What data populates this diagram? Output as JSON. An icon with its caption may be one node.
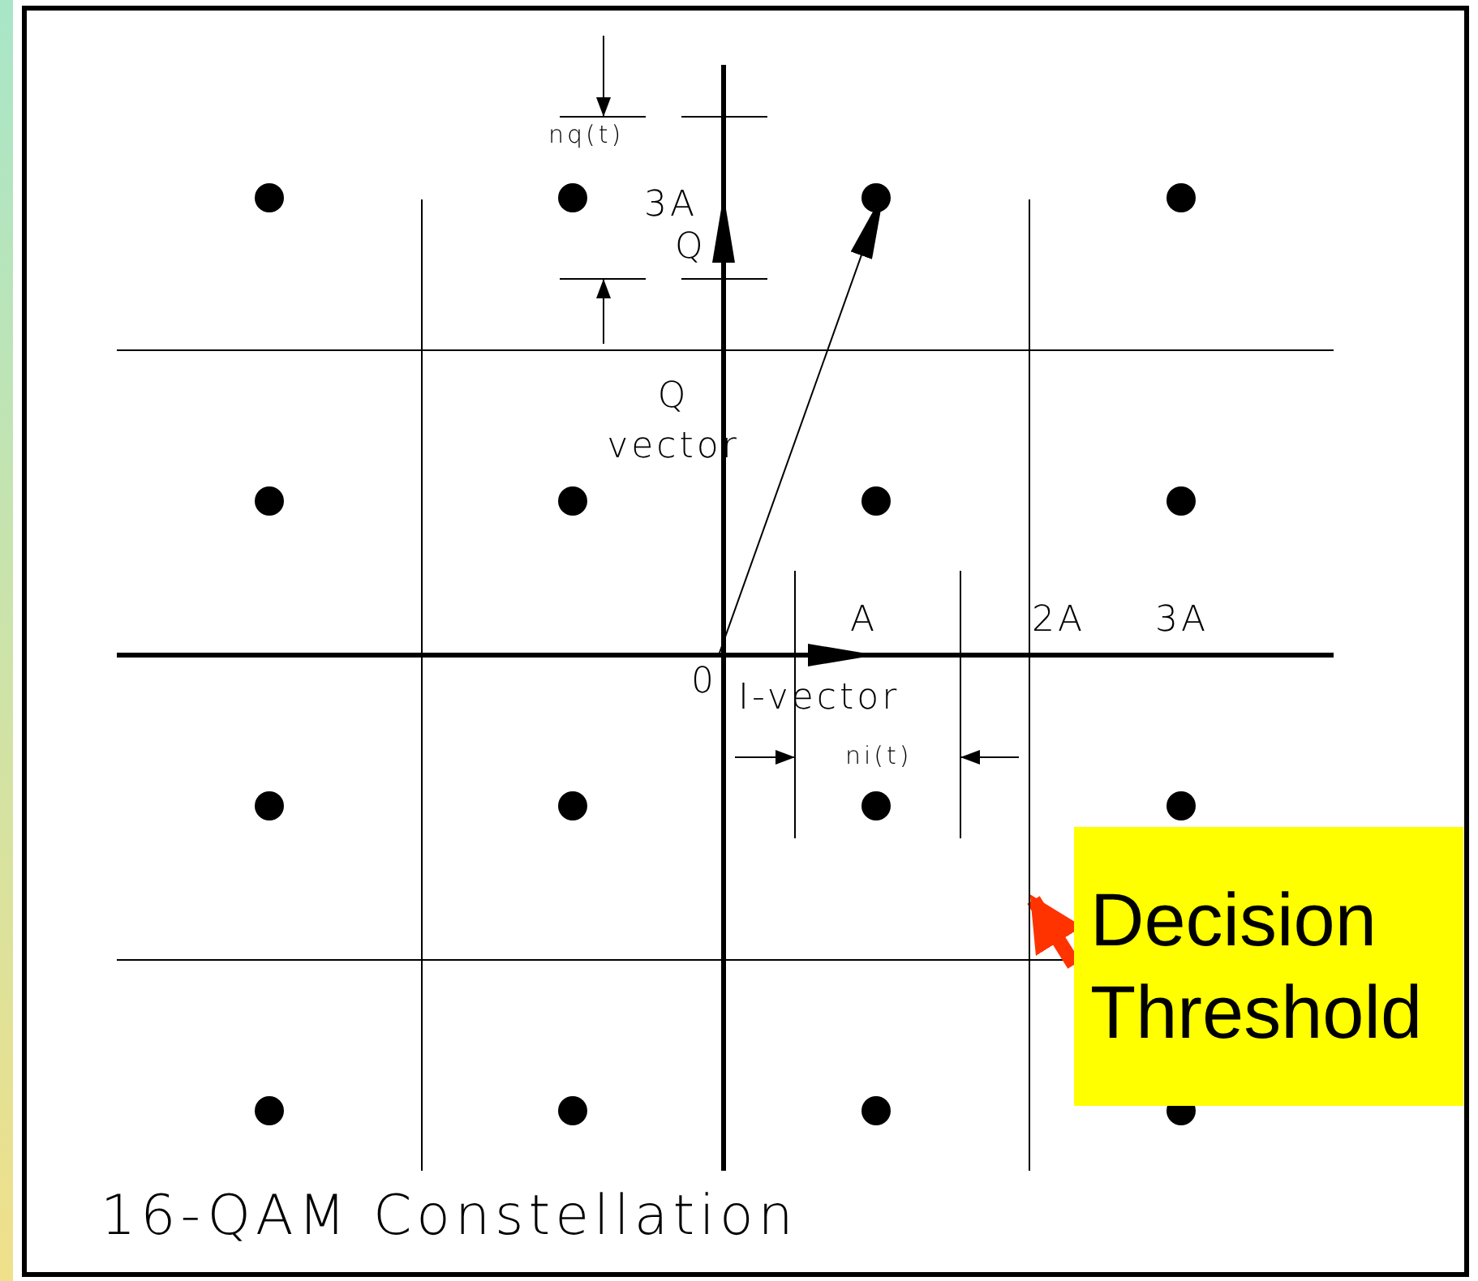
{
  "diagram": {
    "caption": "16-QAM Constellation",
    "nodes": [
      {
        "text": [
          "Decision Threshold"
        ]
      },
      {
        "text": [],
        "shape": "bar"
      }
    ],
    "edges": [
      {
        "from": 0,
        "to": 1,
        "arrow": "to",
        "color": "#ff3300"
      }
    ],
    "labels": [
      "nq(t)",
      "3A",
      "Q",
      "Q vector",
      "A",
      "2A",
      "3A",
      "0",
      "I-vector",
      "ni(t)"
    ]
  }
}
